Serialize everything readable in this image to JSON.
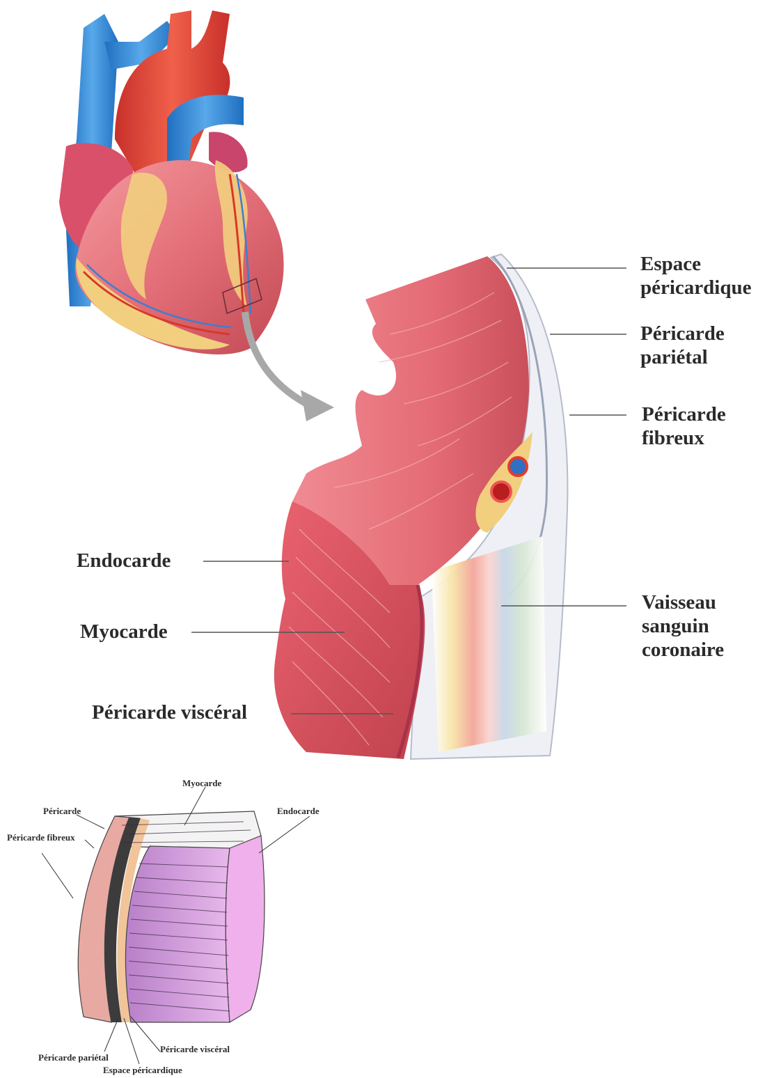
{
  "main_figure": {
    "labels": {
      "espace_pericardique": "Espace\npéricardique",
      "pericarde_parietal": "Péricarde\npariétal",
      "pericarde_fibreux": "Péricarde\nfibreux",
      "endocarde": "Endocarde",
      "myocarde": "Myocarde",
      "vaisseau": "Vaisseau\nsanguin\ncoronaire",
      "pericarde_visceral": "Péricarde viscéral"
    }
  },
  "inset_figure": {
    "labels": {
      "myocarde": "Myocarde",
      "pericarde": "Péricarde",
      "endocarde": "Endocarde",
      "pericarde_fibreux": "Péricarde fibreux",
      "pericarde_visceral": "Péricarde viscéral",
      "pericarde_parietal": "Péricarde pariétal",
      "espace_pericardique": "Espace péricardique"
    }
  },
  "colors": {
    "muscle": "#e36f78",
    "muscle_dark": "#c24a55",
    "aorta": "#e4493c",
    "vein": "#3e8fd6",
    "fat": "#f2cf7e",
    "membrane": "#eef0f6",
    "inset_purple": "#d9a6e6",
    "inset_endocardium": "#efb0ec",
    "arrow_gray": "#a8a8a8"
  }
}
